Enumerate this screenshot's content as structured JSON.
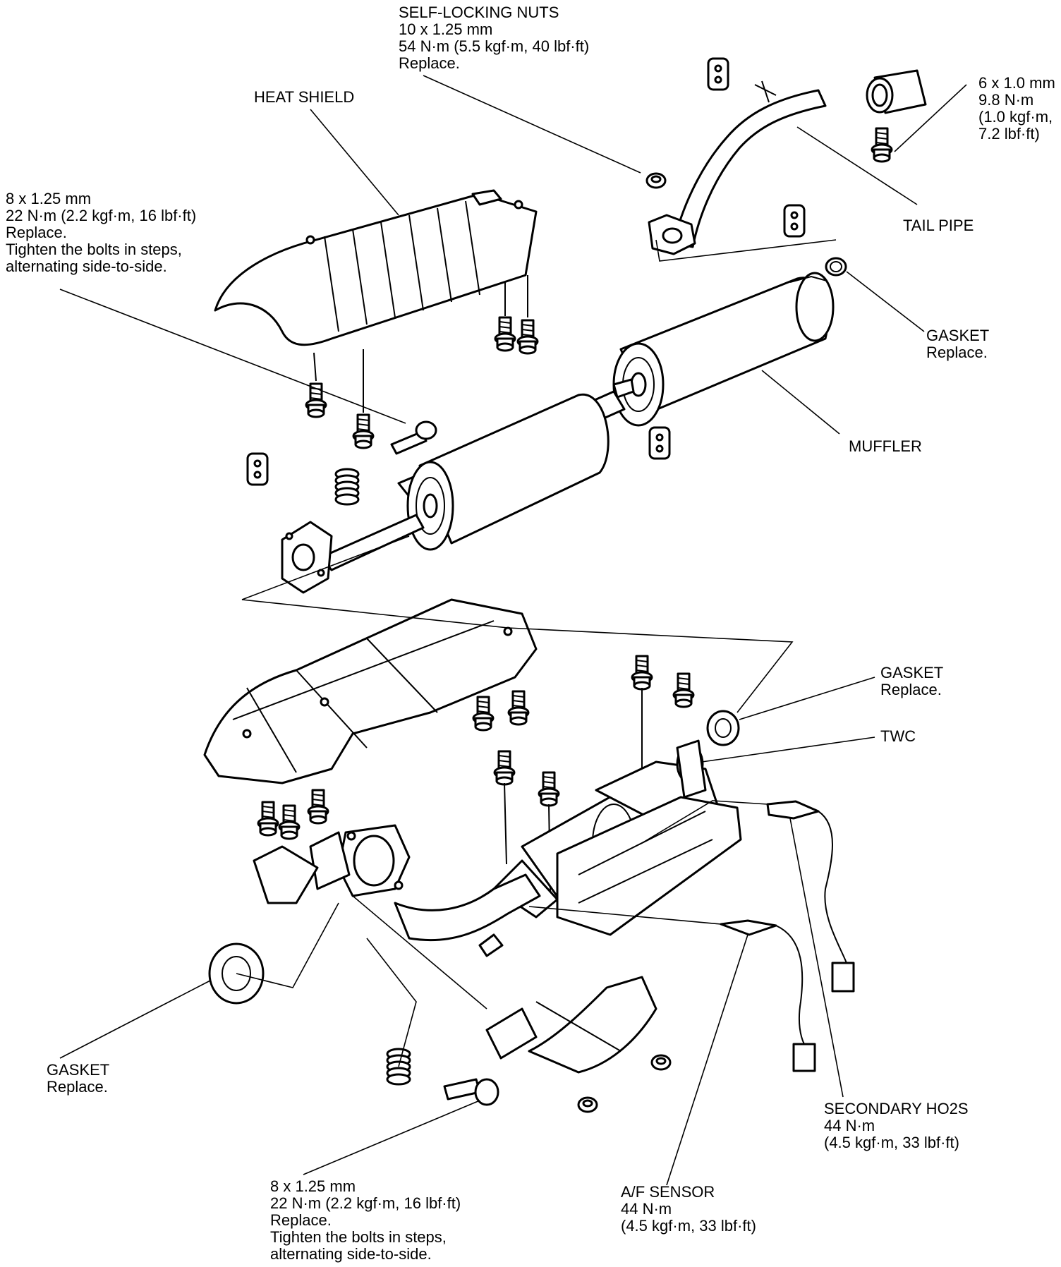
{
  "labels": {
    "self_locking_nuts": [
      "SELF-LOCKING NUTS",
      "10 x 1.25 mm",
      "54 N·m (5.5 kgf·m, 40 lbf·ft)",
      "Replace."
    ],
    "tail_pipe_bolt": [
      "6 x 1.0 mm",
      "9.8 N·m",
      "(1.0 kgf·m,",
      "7.2 lbf·ft)"
    ],
    "heat_shield": [
      "HEAT SHIELD"
    ],
    "heat_shield_bolts": [
      "8 x 1.25 mm",
      "22 N·m (2.2 kgf·m, 16 lbf·ft)",
      "Replace.",
      "Tighten the bolts in steps,",
      "alternating side-to-side."
    ],
    "tail_pipe": [
      "TAIL PIPE"
    ],
    "gasket_top": [
      "GASKET",
      "Replace."
    ],
    "muffler": [
      "MUFFLER"
    ],
    "gasket_mid": [
      "GASKET",
      "Replace."
    ],
    "twc": [
      "TWC"
    ],
    "gasket_bottom": [
      "GASKET",
      "Replace."
    ],
    "secondary_ho2s": [
      "SECONDARY HO2S",
      "44 N·m",
      "(4.5 kgf·m, 33 lbf·ft)"
    ],
    "af_sensor": [
      "A/F SENSOR",
      "44 N·m",
      "(4.5 kgf·m, 33 lbf·ft)"
    ],
    "flange_bolts": [
      "8 x 1.25 mm",
      "22 N·m (2.2 kgf·m, 16 lbf·ft)",
      "Replace.",
      "Tighten the bolts in steps,",
      "alternating side-to-side."
    ]
  }
}
